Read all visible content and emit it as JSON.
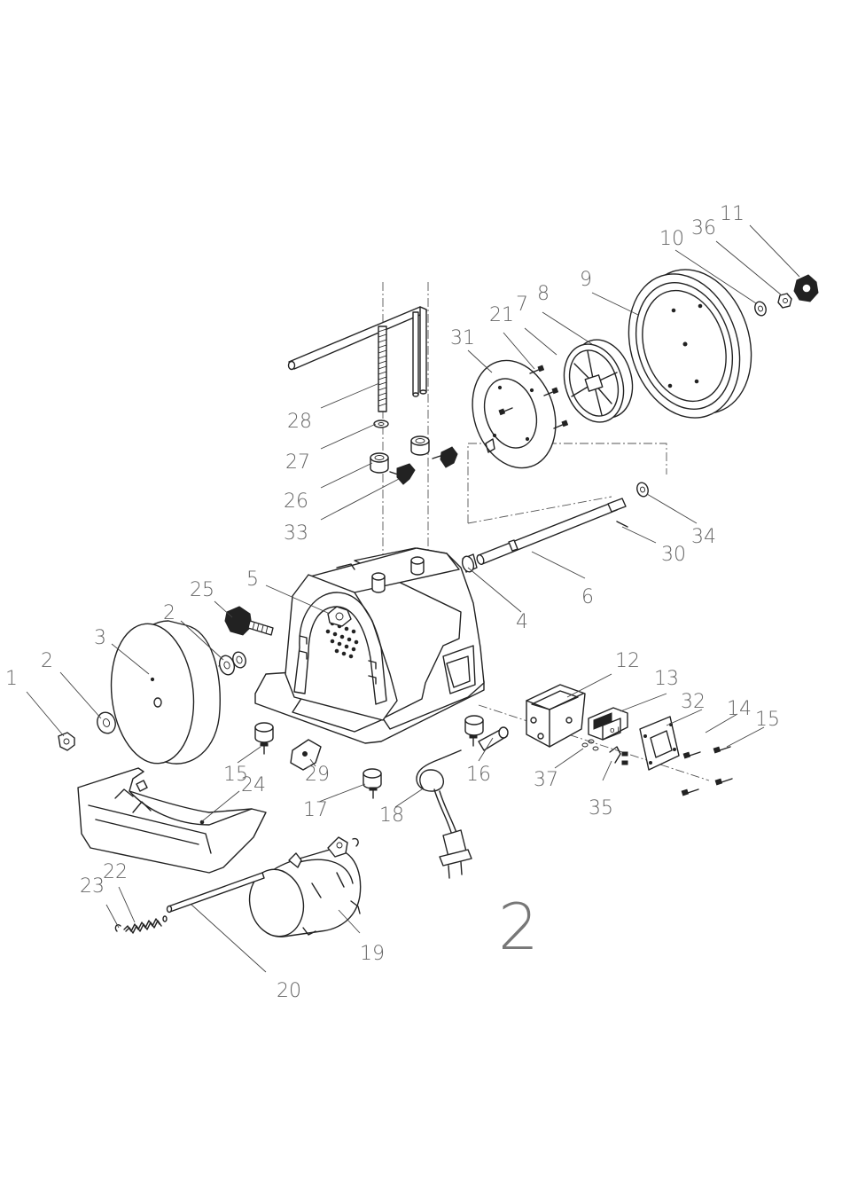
{
  "callouts": [
    "1",
    "2",
    "3",
    "2",
    "25",
    "5",
    "4",
    "6",
    "30",
    "34",
    "26",
    "33",
    "27",
    "28",
    "31",
    "21",
    "7",
    "8",
    "9",
    "10",
    "36",
    "11",
    "12",
    "13",
    "32",
    "14",
    "15",
    "15",
    "29",
    "24",
    "17",
    "18",
    "16",
    "37",
    "35",
    "19",
    "20",
    "22",
    "23"
  ],
  "sheet_number": "2"
}
